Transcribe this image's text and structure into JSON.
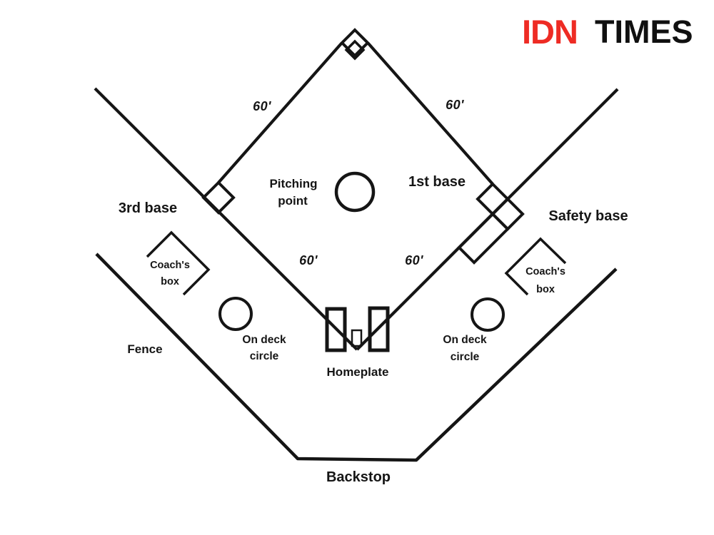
{
  "colors": {
    "line": "#151515",
    "background": "#ffffff",
    "logo_red": "#EE2B24",
    "logo_black": "#101010"
  },
  "logo": {
    "part1": "IDN",
    "part2": "TIMES"
  },
  "labels": {
    "first_base": "1st base",
    "third_base": "3rd base",
    "safety_base": "Safety base",
    "pitching_line1": "Pitching",
    "pitching_line2": "point",
    "coachs_line1": "Coach's",
    "coachs_line2": "box",
    "on_deck_line1": "On deck",
    "on_deck_line2": "circle",
    "homeplate": "Homeplate",
    "fence": "Fence",
    "backstop": "Backstop",
    "distance": "60'"
  }
}
